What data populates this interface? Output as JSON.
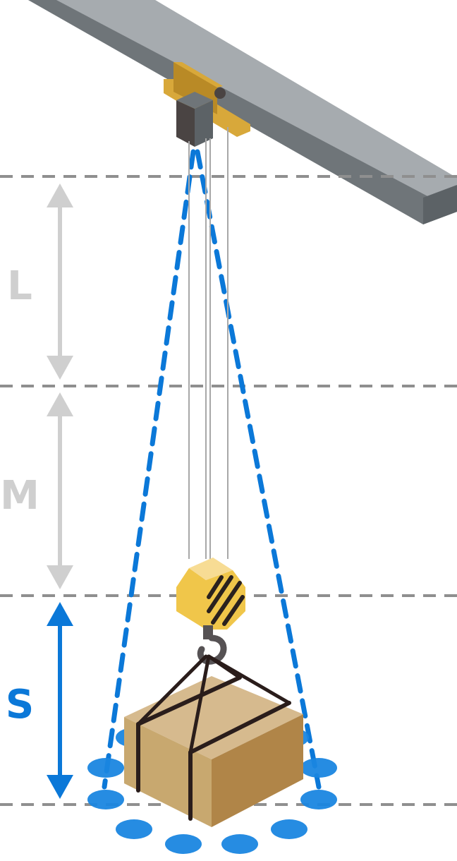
{
  "labels": {
    "large": "L",
    "medium": "M",
    "small": "S"
  },
  "colors": {
    "beam_top": "#a6abaf",
    "beam_side": "#6f7579",
    "beam_shadow": "#5c6266",
    "trolley_yellow": "#d8a83a",
    "trolley_yellow_dark": "#b98a26",
    "hoist_dark": "#4a4443",
    "rope": "#a8a8a8",
    "hook_block": "#f0c64a",
    "hook_block_light": "#f7dc94",
    "hook_stripe": "#2a211e",
    "hook_metal": "#565254",
    "box_top": "#d6ba8e",
    "box_left": "#c8a86f",
    "box_right": "#b08548",
    "strap": "#2a1d1b",
    "divider": "#8f8f8f",
    "inactive_arrow": "#cfcfcf",
    "active_accent": "#0b78d8",
    "sway_spot": "#1a86e0"
  },
  "icons": [
    "crane-beam",
    "trolley-hoist",
    "hook-block",
    "crane-hook",
    "cargo-box"
  ]
}
